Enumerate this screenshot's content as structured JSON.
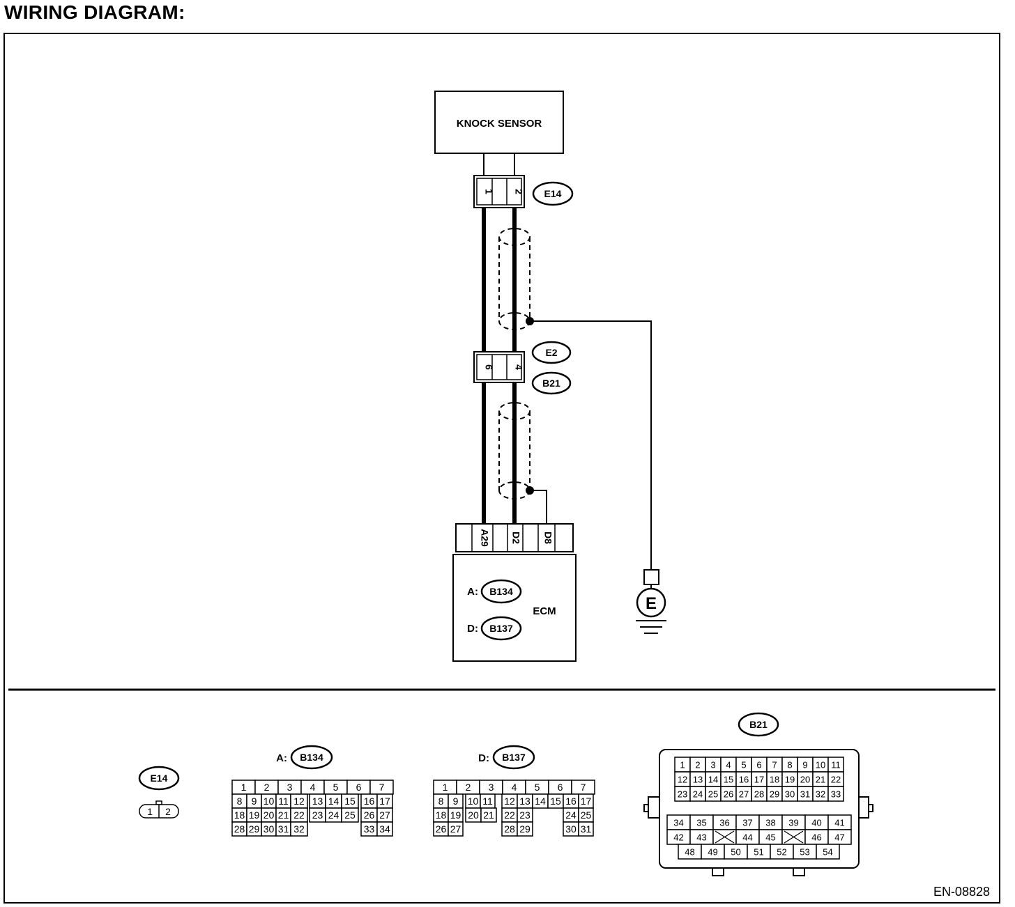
{
  "page": {
    "title": "WIRING DIAGRAM:",
    "figure_id": "EN-08828"
  },
  "knock_sensor": {
    "label": "KNOCK SENSOR"
  },
  "e14_connector": {
    "tag": "E14",
    "pins": [
      "1",
      "2"
    ]
  },
  "e2_b21_connector": {
    "tags": [
      "E2",
      "B21"
    ],
    "pins": [
      "6",
      "4"
    ]
  },
  "ecm": {
    "label": "ECM",
    "pins": [
      "A29",
      "D2",
      "D8"
    ],
    "connectors": [
      {
        "prefix": "A:",
        "tag": "B134"
      },
      {
        "prefix": "D:",
        "tag": "B137"
      }
    ]
  },
  "ground": {
    "label": "E"
  },
  "connector_views": {
    "e14": {
      "tag": "E14",
      "pins": [
        "1",
        "2"
      ]
    },
    "b134": {
      "prefix": "A:",
      "tag": "B134",
      "rows": [
        [
          "1",
          "2",
          "3",
          "4",
          "5",
          "6",
          "7"
        ],
        [
          "8",
          "9",
          "10",
          "11",
          "12",
          "13",
          "14",
          "15",
          "16",
          "17"
        ],
        [
          "18",
          "19",
          "20",
          "21",
          "22",
          "23",
          "24",
          "25",
          "26",
          "27"
        ],
        [
          "28",
          "29",
          "30",
          "31",
          "32",
          "33",
          "34"
        ]
      ]
    },
    "b137": {
      "prefix": "D:",
      "tag": "B137",
      "rows": [
        [
          "1",
          "2",
          "3",
          "4",
          "5",
          "6",
          "7"
        ],
        [
          "8",
          "9",
          "10",
          "11",
          "12",
          "13",
          "14",
          "15",
          "16",
          "17"
        ],
        [
          "18",
          "19",
          "20",
          "21",
          "22",
          "23",
          "24",
          "25"
        ],
        [
          "26",
          "27",
          "28",
          "29",
          "30",
          "31"
        ]
      ]
    },
    "b21": {
      "tag": "B21",
      "rows": [
        [
          "1",
          "2",
          "3",
          "4",
          "5",
          "6",
          "7",
          "8",
          "9",
          "10",
          "11"
        ],
        [
          "12",
          "13",
          "14",
          "15",
          "16",
          "17",
          "18",
          "19",
          "20",
          "21",
          "22"
        ],
        [
          "23",
          "24",
          "25",
          "26",
          "27",
          "28",
          "29",
          "30",
          "31",
          "32",
          "33"
        ],
        [
          "34",
          "35",
          "36",
          "37",
          "38",
          "39",
          "40",
          "41"
        ],
        [
          "42",
          "43",
          "44",
          "45",
          "46",
          "47"
        ],
        [
          "48",
          "49",
          "50",
          "51",
          "52",
          "53",
          "54"
        ]
      ]
    }
  }
}
